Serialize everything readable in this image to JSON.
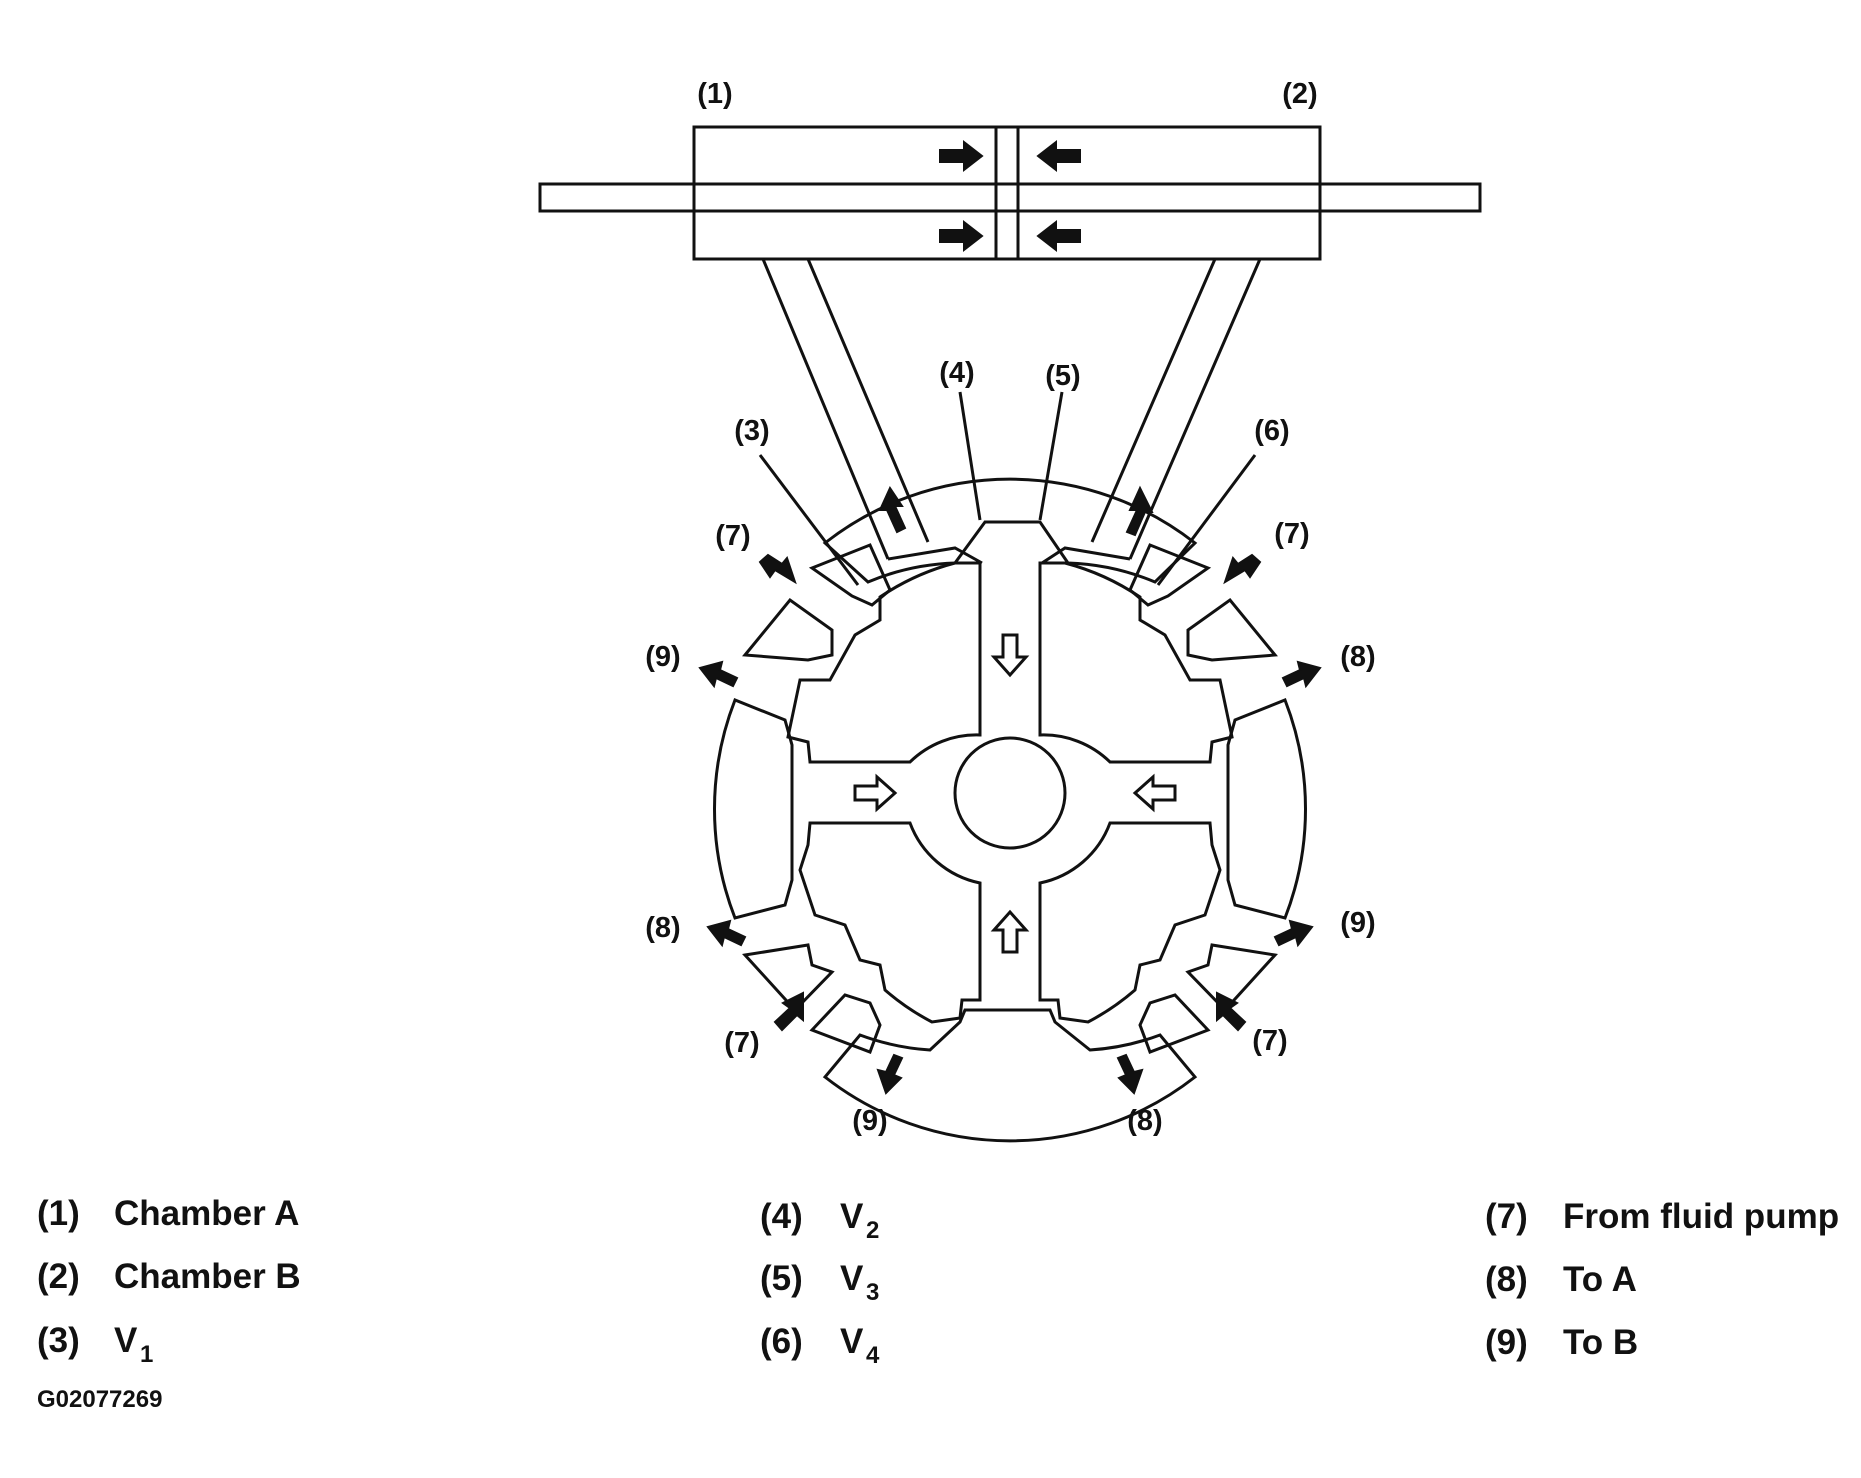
{
  "callouts": {
    "c1": "(1)",
    "c2": "(2)",
    "c3": "(3)",
    "c4": "(4)",
    "c5": "(5)",
    "c6": "(6)",
    "c7": "(7)",
    "c8": "(8)",
    "c9": "(9)"
  },
  "legend": [
    {
      "num": "(1)",
      "label": "Chamber A"
    },
    {
      "num": "(2)",
      "label": "Chamber B"
    },
    {
      "num": "(3)",
      "label": "V",
      "sub": "1"
    },
    {
      "num": "(4)",
      "label": "V",
      "sub": "2"
    },
    {
      "num": "(5)",
      "label": "V",
      "sub": "3"
    },
    {
      "num": "(6)",
      "label": "V",
      "sub": "4"
    },
    {
      "num": "(7)",
      "label": "From fluid pump"
    },
    {
      "num": "(8)",
      "label": "To A"
    },
    {
      "num": "(9)",
      "label": "To B"
    }
  ],
  "figure_id": "G02077269",
  "colors": {
    "ink": "#111111",
    "background": "#ffffff"
  }
}
